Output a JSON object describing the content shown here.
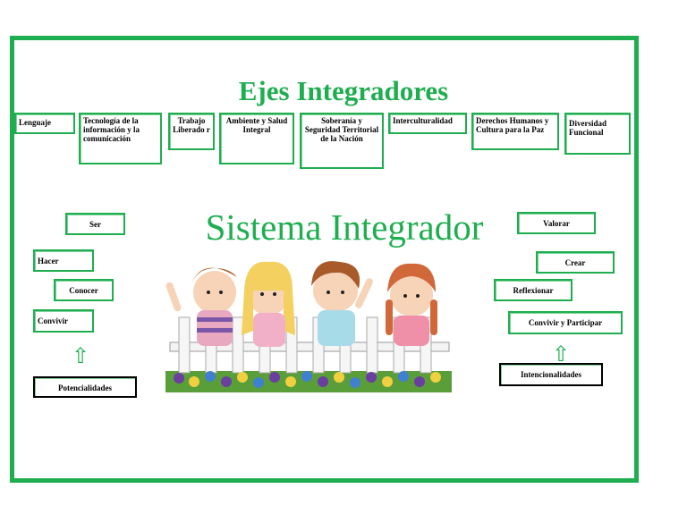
{
  "header": {
    "title": "Ejes Integradores",
    "subtitle": "Sistema Integrador"
  },
  "ejes": [
    "Lenguaje",
    "Tecnología de la información y la comunicación",
    "Trabajo Liberado r",
    "Ambiente y Salud Integral",
    "Soberanía y Seguridad Territorial de la Nación",
    "Interculturalidad",
    "Derechos Humanos y Cultura para la Paz",
    "Diversidad Funcional"
  ],
  "potencialidades": {
    "items": [
      "Ser",
      "Hacer",
      "Conocer",
      "Convivir"
    ],
    "label": "Potencialidades"
  },
  "intencionalidades": {
    "items": [
      "Valorar",
      "Crear",
      "Reflexionar",
      "Convivir y Participar"
    ],
    "label": "Intencionalidades"
  },
  "colors": {
    "accent": "#1fae4f",
    "frame": "#1fae4f"
  },
  "icons": {
    "arrow": "up-arrow-icon"
  },
  "arrow_glyph": "⇧"
}
